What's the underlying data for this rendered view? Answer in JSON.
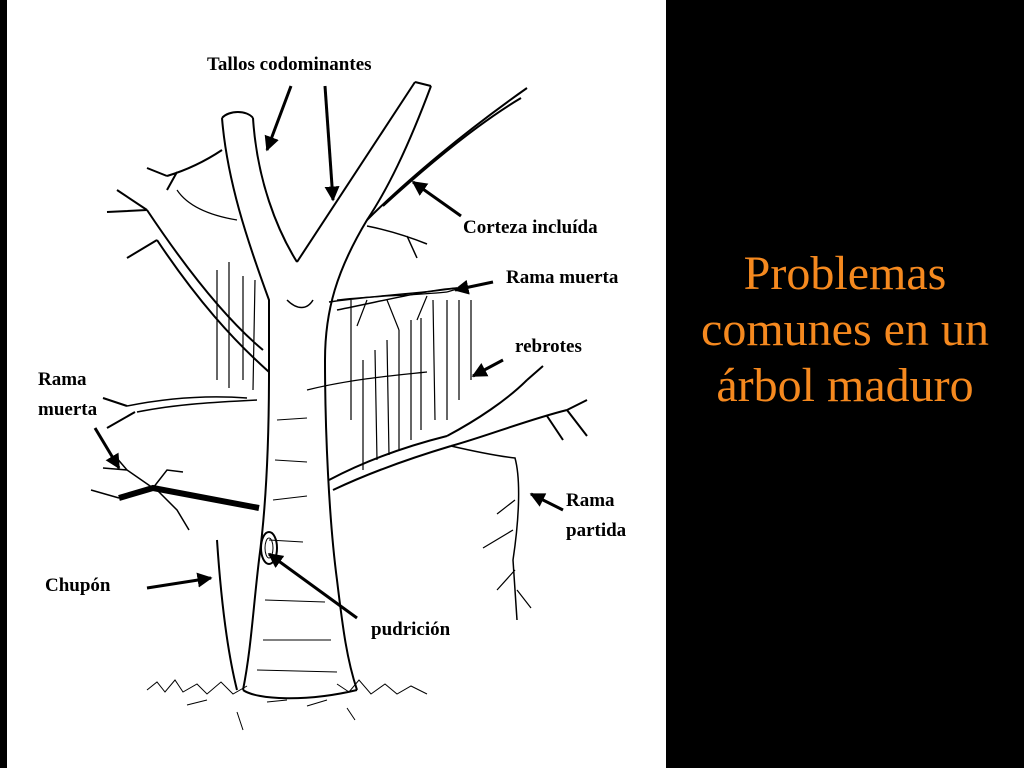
{
  "slide": {
    "title_lines": [
      "Problemas",
      "comunes en un",
      "árbol maduro"
    ],
    "title_color": "#f5891f",
    "background": "#000000",
    "panel_background": "#ffffff"
  },
  "diagram": {
    "labels": {
      "tallos": "Tallos codominantes",
      "corteza": "Corteza incluída",
      "rama_muerta_right": "Rama muerta",
      "rebrotes": "rebrotes",
      "rama_muerta_left_1": "Rama",
      "rama_muerta_left_2": "muerta",
      "rama_partida_1": "Rama",
      "rama_partida_2": "partida",
      "chupon": "Chupón",
      "pudricion": "pudrición"
    }
  }
}
